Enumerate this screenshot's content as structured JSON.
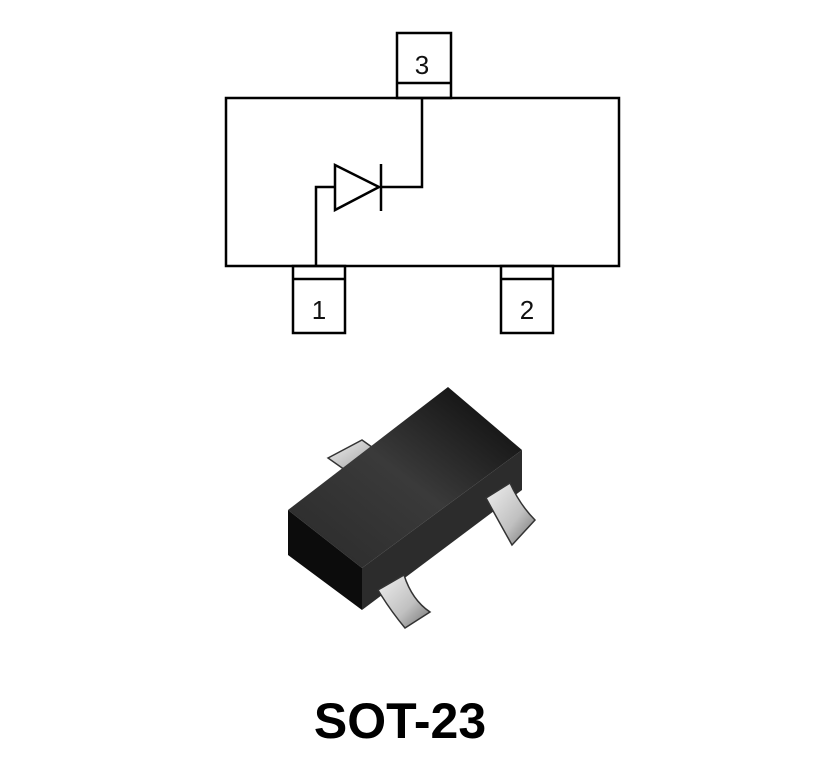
{
  "schematic": {
    "pins": [
      {
        "number": "1",
        "role": "anode"
      },
      {
        "number": "2",
        "role": "no connection"
      },
      {
        "number": "3",
        "role": "cathode"
      }
    ],
    "line_color": "#000000"
  },
  "package": {
    "name": "SOT-23",
    "body_color": "#1a1a1a",
    "lead_color": "#c8c8c8"
  }
}
